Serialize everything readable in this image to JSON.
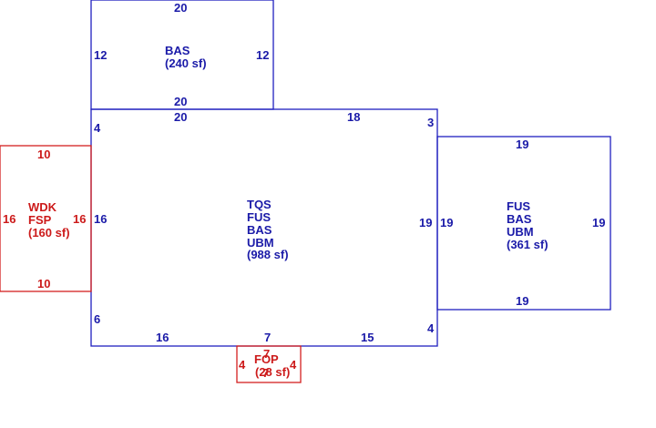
{
  "rooms": {
    "bas_top": {
      "lines": [
        "BAS",
        "(240 sf)"
      ],
      "dims": {
        "top": "20",
        "bottom": "20",
        "left": "12",
        "right": "12"
      }
    },
    "main": {
      "lines": [
        "TQS",
        "FUS",
        "BAS",
        "UBM",
        "(988 sf)"
      ],
      "dims": {
        "top_left": "20",
        "top_right": "18",
        "notch_top": "3",
        "left_upper": "4",
        "left_mid": "16",
        "left_lower": "6",
        "right": "19",
        "right_lower": "4",
        "bottom_left": "16",
        "bottom_mid": "7",
        "bottom_right": "15"
      }
    },
    "fus_right": {
      "lines": [
        "FUS",
        "BAS",
        "UBM",
        "(361 sf)"
      ],
      "dims": {
        "top": "19",
        "bottom": "19",
        "left": "19",
        "right": "19"
      }
    },
    "wdk": {
      "lines": [
        "WDK",
        "FSP",
        "(160 sf)"
      ],
      "dims": {
        "top": "10",
        "bottom": "10",
        "left": "16",
        "right": "16"
      }
    },
    "fop": {
      "lines": [
        "FOP",
        "(28 sf)"
      ],
      "dims": {
        "top": "7",
        "left": "4",
        "right": "4",
        "bottom": "7"
      }
    }
  },
  "colors": {
    "living": "#1f1fbf",
    "exterior": "#d41f1f"
  }
}
